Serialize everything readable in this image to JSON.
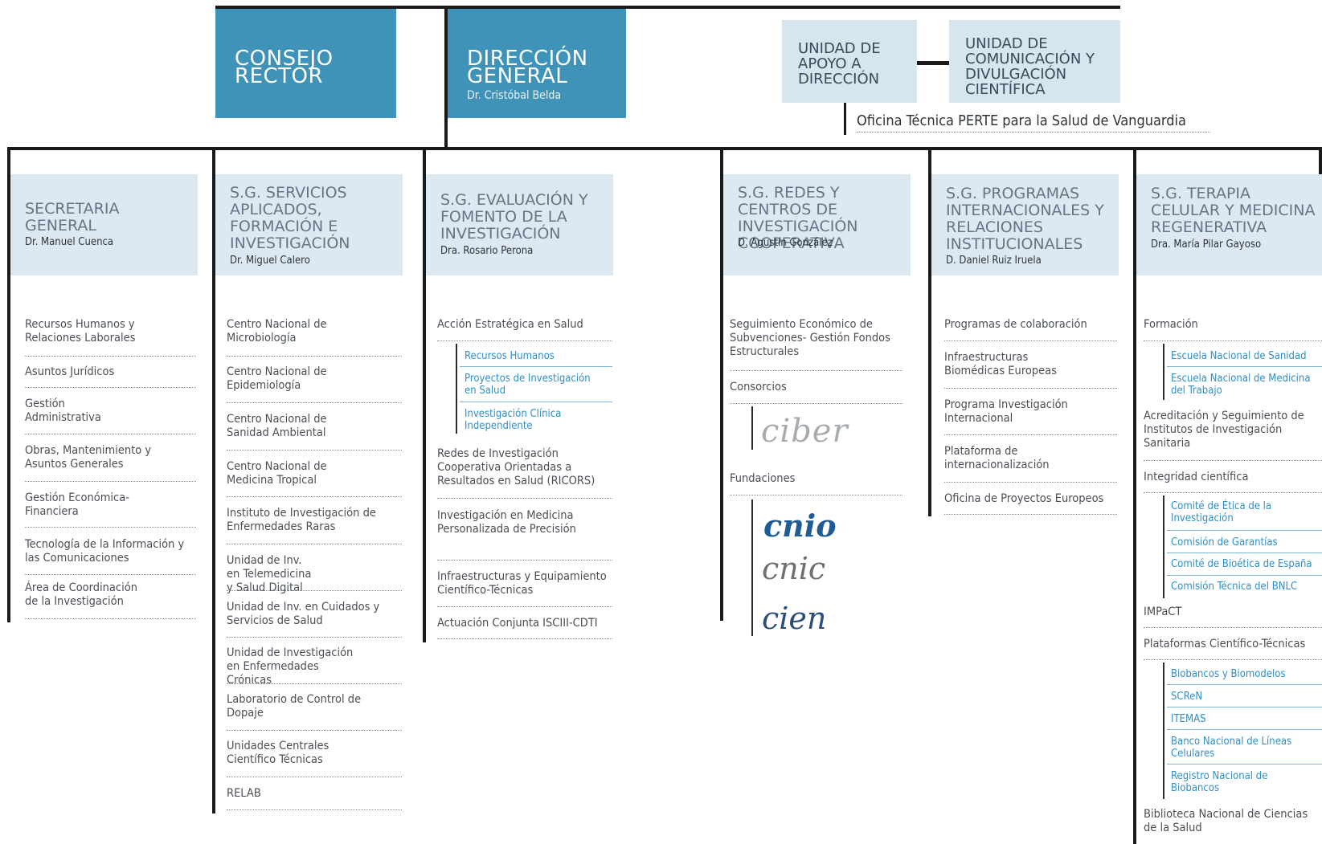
{
  "top": {
    "consejo": "CONSEJO RECTOR",
    "direccion": "DIRECCIÓN GENERAL",
    "direccion_name": "Dr. Cristóbal Belda",
    "unidad_apoyo": "UNIDAD DE APOYO A DIRECCIÓN",
    "unidad_comunicacion": "UNIDAD DE COMUNICACIÓN Y DIVULGACIÓN CIENTÍFICA",
    "oficina": "Oficina Técnica PERTE para la Salud de Vanguardia"
  },
  "columns": [
    {
      "title": "SECRETARIA GENERAL",
      "person": "Dr. Manuel Cuenca",
      "items": [
        "Recursos Humanos y Relaciones Laborales",
        "Asuntos Jurídicos",
        "Gestión Administrativa",
        "Obras, Mantenimiento y Asuntos Generales",
        "Gestión Económica-Financiera",
        "Tecnología de la Información y las Comunicaciones",
        "Área de Coordinación de la Investigación"
      ]
    },
    {
      "title": "S.G. SERVICIOS APLICADOS, FORMACIÓN E INVESTIGACIÓN",
      "person": "Dr. Miguel Calero",
      "items": [
        "Centro Nacional de Microbiología",
        "Centro Nacional de Epidemiología",
        "Centro Nacional de Sanidad Ambiental",
        "Centro Nacional de Medicina Tropical",
        "Instituto de Investigación de Enfermedades Raras",
        "Unidad de Inv. en Telemedicina y Salud Digital",
        "Unidad de Inv. en Cuidados y Servicios de Salud",
        "Unidad de Investigación en Enfermedades Crónicas",
        "Laboratorio de Control de Dopaje",
        "Unidades Centrales Científico Técnicas",
        "RELAB"
      ]
    },
    {
      "title": "S.G. EVALUACIÓN Y FOMENTO DE LA INVESTIGACIÓN",
      "person": "Dra. Rosario Perona",
      "items": [
        "Acción Estratégica en Salud",
        "Recursos Humanos",
        "Proyectos de Investigación en Salud",
        "Investigación Clínica Independiente",
        "Redes de Investigación Cooperativa Orientadas a Resultados en Salud (RICORS)",
        "Investigación en Medicina Personalizada de Precisión",
        "Infraestructuras y Equipamiento Científico-Técnicas",
        "Actuación Conjunta ISCIII-CDTI"
      ]
    },
    {
      "title": "S.G. REDES Y CENTROS DE INVESTIGACIÓN COOPERATIVA",
      "person": "D. Agustín González",
      "items": [
        "Seguimiento Económico de Subvenciones- Gestión Fondos Estructurales",
        "Consorcios",
        "Fundaciones"
      ],
      "logos": [
        "ciber",
        "cnio",
        "cnic",
        "cien"
      ]
    },
    {
      "title": "S.G. PROGRAMAS INTERNACIONALES Y RELACIONES INSTITUCIONALES",
      "person": "D. Daniel Ruiz Iruela",
      "items": [
        "Programas de colaboración",
        "Infraestructuras Biomédicas Europeas",
        "Programa Investigación Internacional",
        "Plataforma de internacionalización",
        "Oficina de Proyectos Europeos"
      ]
    },
    {
      "title": "S.G. TERAPIA CELULAR Y MEDICINA REGENERATIVA",
      "person": "Dra. María Pilar Gayoso",
      "items": [
        "Formación",
        "Escuela Nacional de Sanidad",
        "Escuela Nacional de Medicina del Trabajo",
        "Acreditación y Seguimiento de Institutos de Investigación Sanitaria",
        "Integridad científica",
        "Comité de Ética de la Investigación",
        "Comisión de Garantías",
        "Comité de Bioética de España",
        "Comisión Técnica del BNLC",
        "IMPaCT",
        "Plataformas Científico-Técnicas",
        "Biobancos y Biomodelos",
        "SCReN",
        "ITEMAS",
        "Banco Nacional de Líneas Celulares",
        "Registro Nacional de Biobancos",
        "Biblioteca Nacional de Ciencias de la Salud"
      ]
    }
  ],
  "colors": {
    "dark_box": "#3f92b8",
    "light_box": "#d5e6f0",
    "header_box": "#dde9f2",
    "sub_link": "#2f8fc4",
    "line": "#1a1a1a"
  }
}
